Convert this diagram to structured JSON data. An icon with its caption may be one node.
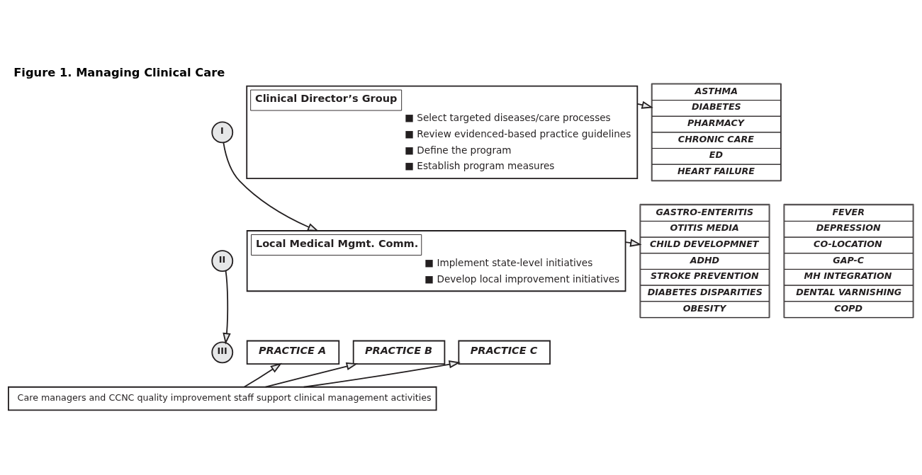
{
  "diagram": {
    "title": "Figure 1. Managing Clinical Care",
    "nodes": [
      {
        "text": [
          "I"
        ]
      },
      {
        "text": [
          "Clinical Director’s Group",
          "■ Select targeted diseases/care processes",
          "■ Review evidenced-based practice guidelines",
          "■ Define the program",
          "■ Establish program measures"
        ]
      },
      {
        "text": [
          "ASTHMA",
          "DIABETES",
          "PHARMACY",
          "CHRONIC CARE",
          "ED",
          "HEART FAILURE"
        ]
      },
      {
        "text": [
          "II"
        ]
      },
      {
        "text": [
          "Local Medical Mgmt. Comm.",
          "■ Implement state-level initiatives",
          "■ Develop local improvement initiatives"
        ]
      },
      {
        "text": [
          "GASTRO-ENTERITIS",
          "OTITIS MEDIA",
          "CHILD DEVELOPMNET",
          "ADHD",
          "STROKE PREVENTION",
          "DIABETES DISPARITIES",
          "OBESITY"
        ]
      },
      {
        "text": [
          "FEVER",
          "DEPRESSION",
          "CO-LOCATION",
          "GAP-C",
          "MH INTEGRATION",
          "DENTAL VARNISHING",
          "COPD"
        ]
      },
      {
        "text": [
          "III"
        ]
      },
      {
        "text": [
          "PRACTICE A"
        ]
      },
      {
        "text": [
          "PRACTICE B"
        ]
      },
      {
        "text": [
          "PRACTICE C"
        ]
      },
      {
        "text": [
          "Care managers and CCNC quality improvement staff support clinical management activities"
        ]
      }
    ],
    "edges": [
      {
        "from": 0,
        "to": 4,
        "arrow": "to"
      },
      {
        "from": 1,
        "to": 2,
        "arrow": "to"
      },
      {
        "from": 3,
        "to": 7,
        "arrow": "to"
      },
      {
        "from": 4,
        "to": 5,
        "arrow": "to"
      },
      {
        "from": 11,
        "to": 8,
        "arrow": "to"
      },
      {
        "from": 11,
        "to": 9,
        "arrow": "to"
      },
      {
        "from": 11,
        "to": 10,
        "arrow": "to"
      }
    ]
  }
}
